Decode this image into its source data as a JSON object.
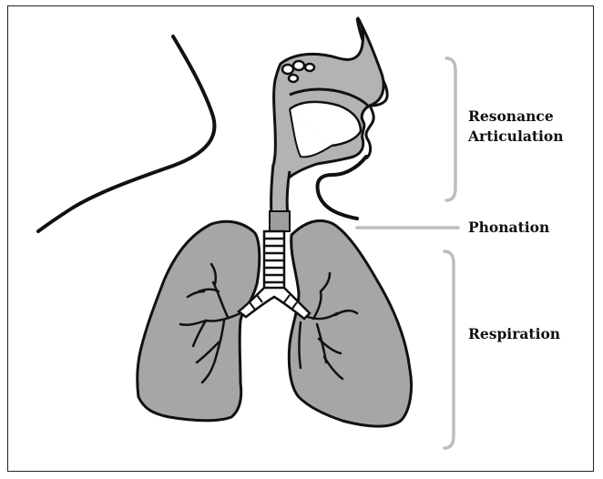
{
  "labels": {
    "resonance": "Resonance",
    "articulation": "Articulation",
    "phonation": "Phonation",
    "respiration": "Respiration"
  },
  "colors": {
    "lung_fill": "#a6a6a6",
    "tissue_fill": "#b3b3b3",
    "outline": "#111111",
    "bracket": "#bdbdbd"
  }
}
